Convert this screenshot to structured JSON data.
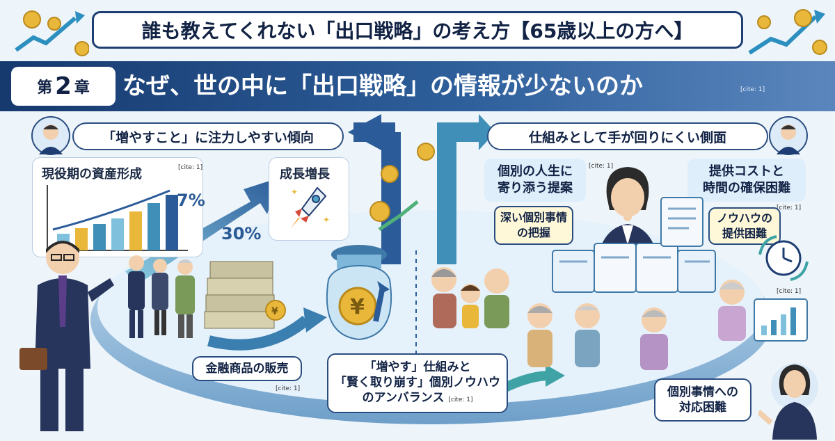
{
  "header": {
    "title": "誰も教えてくれない「出口戦略」の考え方【65歳以上の方へ】"
  },
  "chapter": {
    "badge_prefix": "第",
    "badge_number": "2",
    "badge_suffix": "章",
    "title": "なぜ、世の中に「出口戦略」の情報が少ないのか",
    "cite": "[cite: 1]"
  },
  "left": {
    "section_title": "「増やすこと」に注力しやすい傾向",
    "asset_card_title": "現役期の資産形成",
    "asset_card_cite": "[cite: 1]",
    "growth_card_title": "成長増長",
    "pct_7": "7%",
    "pct_30": "30%",
    "sales_label": "金融商品の販売",
    "sales_cite": "[cite: 1]"
  },
  "center": {
    "imbalance_line1": "「増やす」仕組みと",
    "imbalance_line2": "「賢く取り崩す」個別ノウハウ",
    "imbalance_line3": "のアンバランス",
    "imbalance_cite": "[cite: 1]"
  },
  "right": {
    "section_title": "仕組みとして手が回りにくい側面",
    "individual_line1": "個別の人生に",
    "individual_line2": "寄り添う提案",
    "individual_cite": "[cite: 1]",
    "cost_line1": "提供コストと",
    "cost_line2": "時間の確保困難",
    "cost_cite": "[cite: 1]",
    "deep_line1": "深い個別事情",
    "deep_line2": "の把握",
    "knowhow_line1": "ノウハウの",
    "knowhow_line2": "提供困難",
    "lower_cite": "[cite: 1]",
    "response_line1": "個別事情への",
    "response_line2": "対応困難"
  },
  "icons": [
    "coin-icon",
    "rocket-icon",
    "clock-icon",
    "yen-jar-icon",
    "growth-arrow-icon",
    "bar-chart-icon"
  ],
  "colors": {
    "navy": "#1e3d72",
    "accent_blue": "#2e5f9b",
    "teal": "#4fa3c7",
    "coin_gold": "#e9b73a",
    "bubble": "#fff8d8"
  }
}
